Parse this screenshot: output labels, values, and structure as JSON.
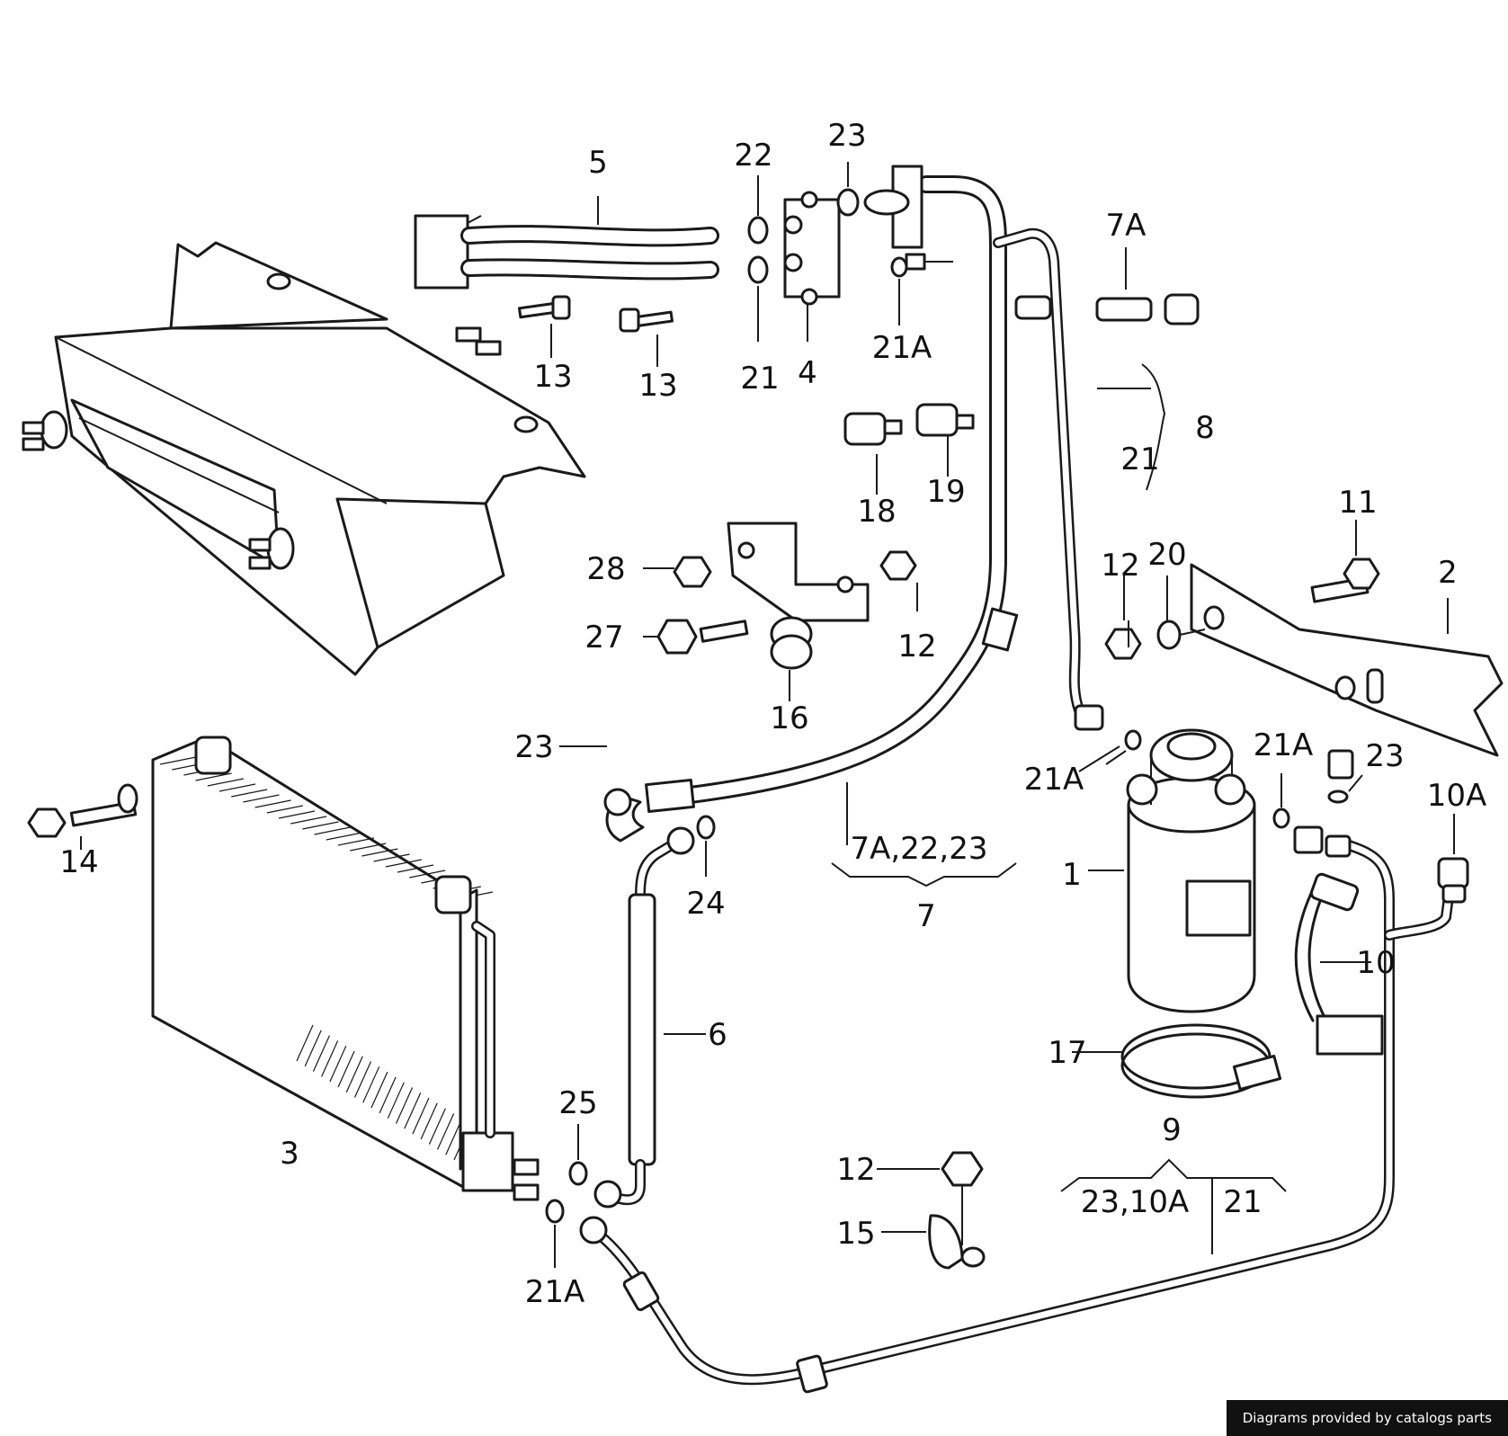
{
  "diagram": {
    "labels": {
      "l1": "1",
      "l2": "2",
      "l3": "3",
      "l4": "4",
      "l5": "5",
      "l6": "6",
      "l7": "7",
      "l7a_top": "7A",
      "l7_group": "7A,22,23",
      "l8": "8",
      "l8_sub": "21",
      "l9": "9",
      "l9_sub_left": "23,10A",
      "l9_sub_right": "21",
      "l10": "10",
      "l10a": "10A",
      "l11": "11",
      "l12_nut_bracket": "12",
      "l12_nut_bolt": "12",
      "l12_nut_bottom": "12",
      "l13_left": "13",
      "l13_right": "13",
      "l14": "14",
      "l15": "15",
      "l16": "16",
      "l17": "17",
      "l18": "18",
      "l19": "19",
      "l20": "20",
      "l21_valve": "21",
      "l21a_valve": "21A",
      "l21a_drier_left": "21A",
      "l21a_drier_right": "21A",
      "l21a_condenser": "21A",
      "l22": "22",
      "l23_valve": "23",
      "l23_hose": "23",
      "l23_switch": "23",
      "l24": "24",
      "l25": "25",
      "l27": "27",
      "l28": "28"
    }
  },
  "footer": {
    "credit": "Diagrams provided by catalogs parts"
  }
}
